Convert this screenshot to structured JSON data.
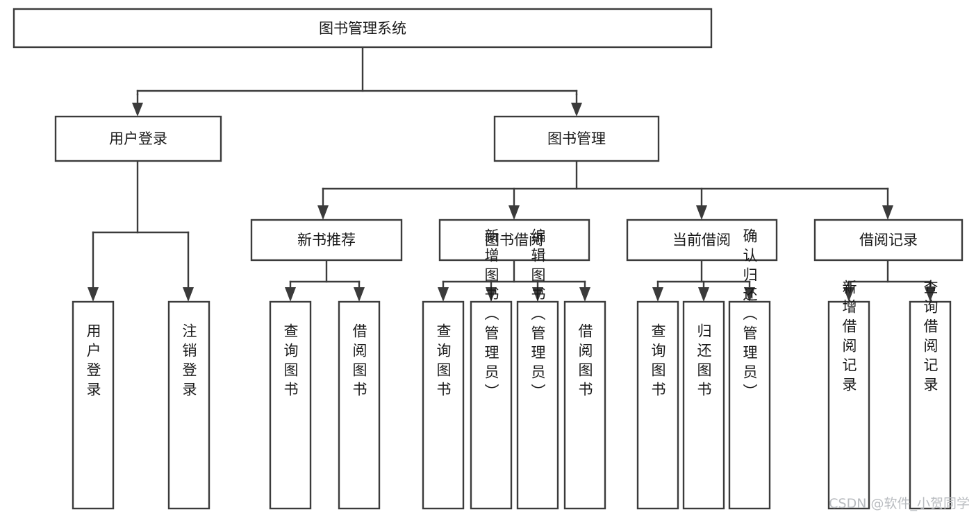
{
  "diagram": {
    "type": "tree-hierarchy",
    "title": "图书管理系统",
    "orientation": "top-down",
    "colors": {
      "stroke": "#3b3b3b",
      "fill": "#ffffff",
      "text": "#1a1a1a",
      "watermark": "#b9bcc0"
    },
    "levels": {
      "root": {
        "label": "图书管理系统"
      },
      "level2": [
        {
          "id": "user-login",
          "label": "用户登录"
        },
        {
          "id": "book-management",
          "label": "图书管理"
        }
      ],
      "level3": [
        {
          "id": "new-book-recommend",
          "label": "新书推荐",
          "parent": "book-management"
        },
        {
          "id": "book-borrow",
          "label": "图书借阅",
          "parent": "book-management"
        },
        {
          "id": "current-borrow",
          "label": "当前借阅",
          "parent": "book-management"
        },
        {
          "id": "borrow-record",
          "label": "借阅记录",
          "parent": "book-management"
        }
      ],
      "leaves": [
        {
          "id": "leaf-user-login",
          "label": "用户登录",
          "parent": "user-login"
        },
        {
          "id": "leaf-logout-login",
          "label": "注销登录",
          "parent": "user-login"
        },
        {
          "id": "leaf-query-book-1",
          "label": "查询图书",
          "parent": "new-book-recommend"
        },
        {
          "id": "leaf-borrow-book-1",
          "label": "借阅图书",
          "parent": "new-book-recommend"
        },
        {
          "id": "leaf-query-book-2",
          "label": "查询图书",
          "parent": "book-borrow"
        },
        {
          "id": "leaf-add-book",
          "label": "新增图书（管理员）",
          "parent": "book-borrow"
        },
        {
          "id": "leaf-edit-book",
          "label": "编辑图书（管理员）",
          "parent": "book-borrow"
        },
        {
          "id": "leaf-borrow-book-2",
          "label": "借阅图书",
          "parent": "book-borrow"
        },
        {
          "id": "leaf-query-book-3",
          "label": "查询图书",
          "parent": "current-borrow"
        },
        {
          "id": "leaf-return-book",
          "label": "归还图书",
          "parent": "current-borrow"
        },
        {
          "id": "leaf-confirm-return",
          "label": "确认归还（管理员）",
          "parent": "current-borrow"
        },
        {
          "id": "leaf-add-record",
          "label": "新增借阅记录",
          "parent": "borrow-record"
        },
        {
          "id": "leaf-query-record",
          "label": "查询借阅记录",
          "parent": "borrow-record"
        }
      ]
    }
  },
  "watermark": {
    "text": "CSDN @软件_小贺同学"
  }
}
